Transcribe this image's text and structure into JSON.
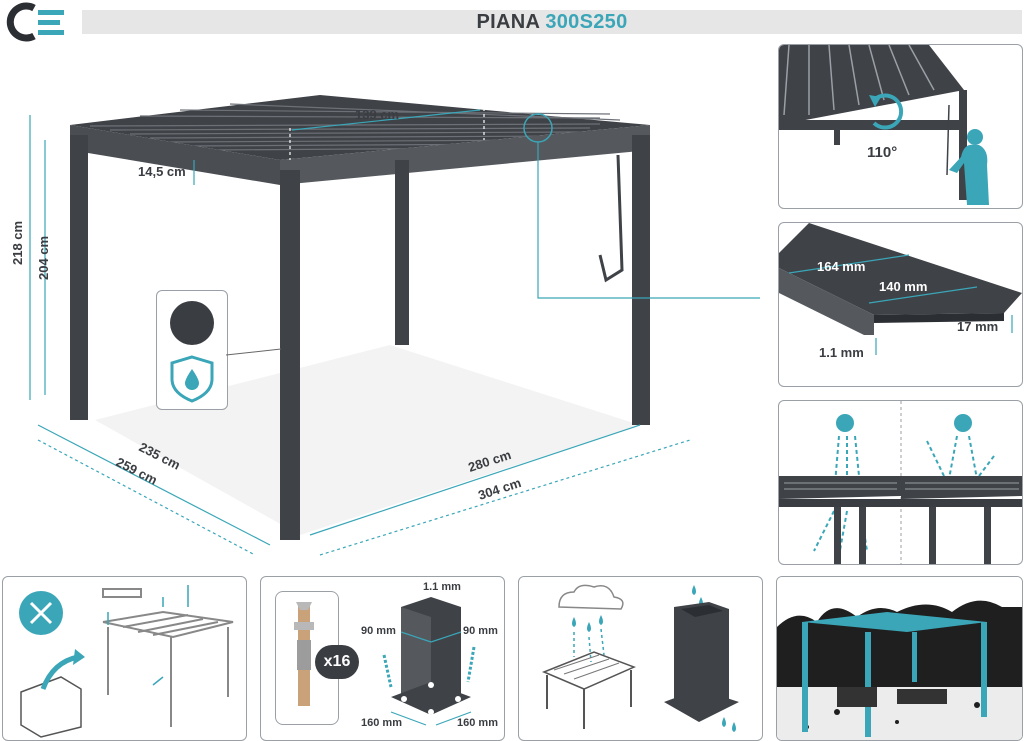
{
  "header": {
    "logo_text": "CE",
    "title_main": "PIANA ",
    "title_accent": "300S250"
  },
  "main_diagram": {
    "dim_top_width": "139 cm",
    "dim_beam_height": "14,5 cm",
    "dim_total_height": "218 cm",
    "dim_clear_height": "204 cm",
    "dim_inner_depth": "235 cm",
    "dim_outer_depth": "259 cm",
    "dim_inner_width": "280 cm",
    "dim_outer_width": "304 cm",
    "color_swatch": "#3a3d42"
  },
  "side_panels": {
    "louver_angle": "110°",
    "louver_width_outer": "164 mm",
    "louver_width_inner": "140 mm",
    "louver_lip": "17 mm",
    "louver_thickness": "1.1 mm"
  },
  "bottom_panels": {
    "bolt_count": "x16",
    "post_thickness": "1.1 mm",
    "post_width_left": "90 mm",
    "post_width_right": "90 mm",
    "base_width_left": "160 mm",
    "base_width_right": "160 mm"
  },
  "colors": {
    "accent": "#3aa6b8",
    "frame": "#3a3d42",
    "panel_border": "#9aa0a6"
  }
}
